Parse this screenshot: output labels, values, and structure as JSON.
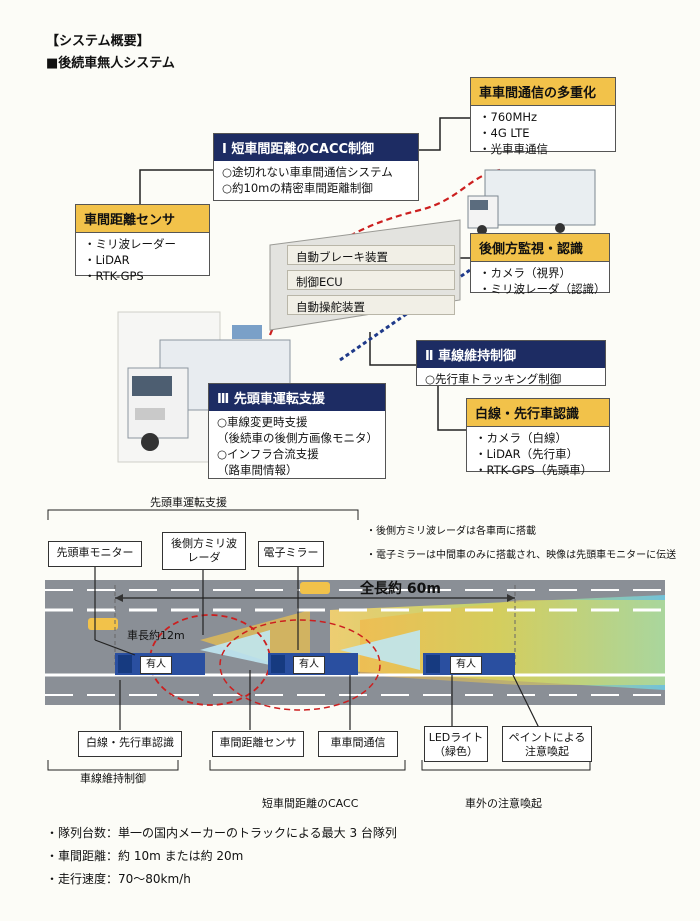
{
  "header": {
    "section": "【システム概要】",
    "subtitle": "■後続車無人システム"
  },
  "comm_box": {
    "title": "車車間通信の多重化",
    "items": [
      "・760MHz",
      "・4G LTE",
      "・光車車通信"
    ]
  },
  "cacc_box": {
    "title": "Ⅰ 短車間距離のCACC制御",
    "items": [
      "○途切れない車車間通信システム",
      "○約10mの精密車間距離制御"
    ]
  },
  "distance_sensor_box": {
    "title": "車間距離センサ",
    "items": [
      "・ミリ波レーダー",
      "・LiDAR",
      "・RTK-GPS"
    ]
  },
  "rear_monitor_box": {
    "title": "後側方監視・認識",
    "items": [
      "・カメラ（視界）",
      "・ミリ波レーダ（認識）"
    ]
  },
  "center_panels": {
    "brake": "自動ブレーキ装置",
    "ecu": "制御ECU",
    "steer": "自動操舵装置"
  },
  "lane_keep_box": {
    "title": "Ⅱ 車線維持制御",
    "items": [
      "○先行車トラッキング制御"
    ]
  },
  "lane_recog_box": {
    "title": "白線・先行車認識",
    "items": [
      "・カメラ（白線）",
      "・LiDAR（先行車）",
      "・RTK-GPS（先頭車）"
    ]
  },
  "lead_support_box": {
    "title": "Ⅲ 先頭車運転支援",
    "items": [
      "○車線変更時支援",
      "（後続車の後側方画像モニタ）",
      "○インフラ合流支援",
      "（路車間情報）"
    ]
  },
  "diagram": {
    "top_group": "先頭車運転支援",
    "labels_top": [
      "先頭車モニター",
      "後側方ミリ波\nレーダ",
      "電子ミラー"
    ],
    "notes": [
      "・後側方ミリ波レーダは各車両に搭載",
      "・電子ミラーは中間車のみに搭載され、映像は先頭車モニターに伝送"
    ],
    "total_length": "全長約 60m",
    "vehicle_length": "車長約12m",
    "truck_tag": "有人",
    "labels_bottom": [
      "白線・先行車認識",
      "車間距離センサ",
      "車車間通信",
      "LEDライト\n（緑色）",
      "ペイントによる\n注意喚起"
    ],
    "group_lane": "車線維持制御",
    "group_cacc": "短車間距離のCACC",
    "group_external": "車外の注意喚起"
  },
  "specs": [
    "・隊列台数：単一の国内メーカーのトラックによる最大 3 台隊列",
    "・車間距離：約 10m または約 20m",
    "・走行速度：70～80km/h"
  ],
  "colors": {
    "navy": "#1d2c63",
    "yellow": "#f2c24a",
    "truck_blue": "#2a4fa0",
    "road": "#8a8f96",
    "green": "#bfe36a"
  }
}
